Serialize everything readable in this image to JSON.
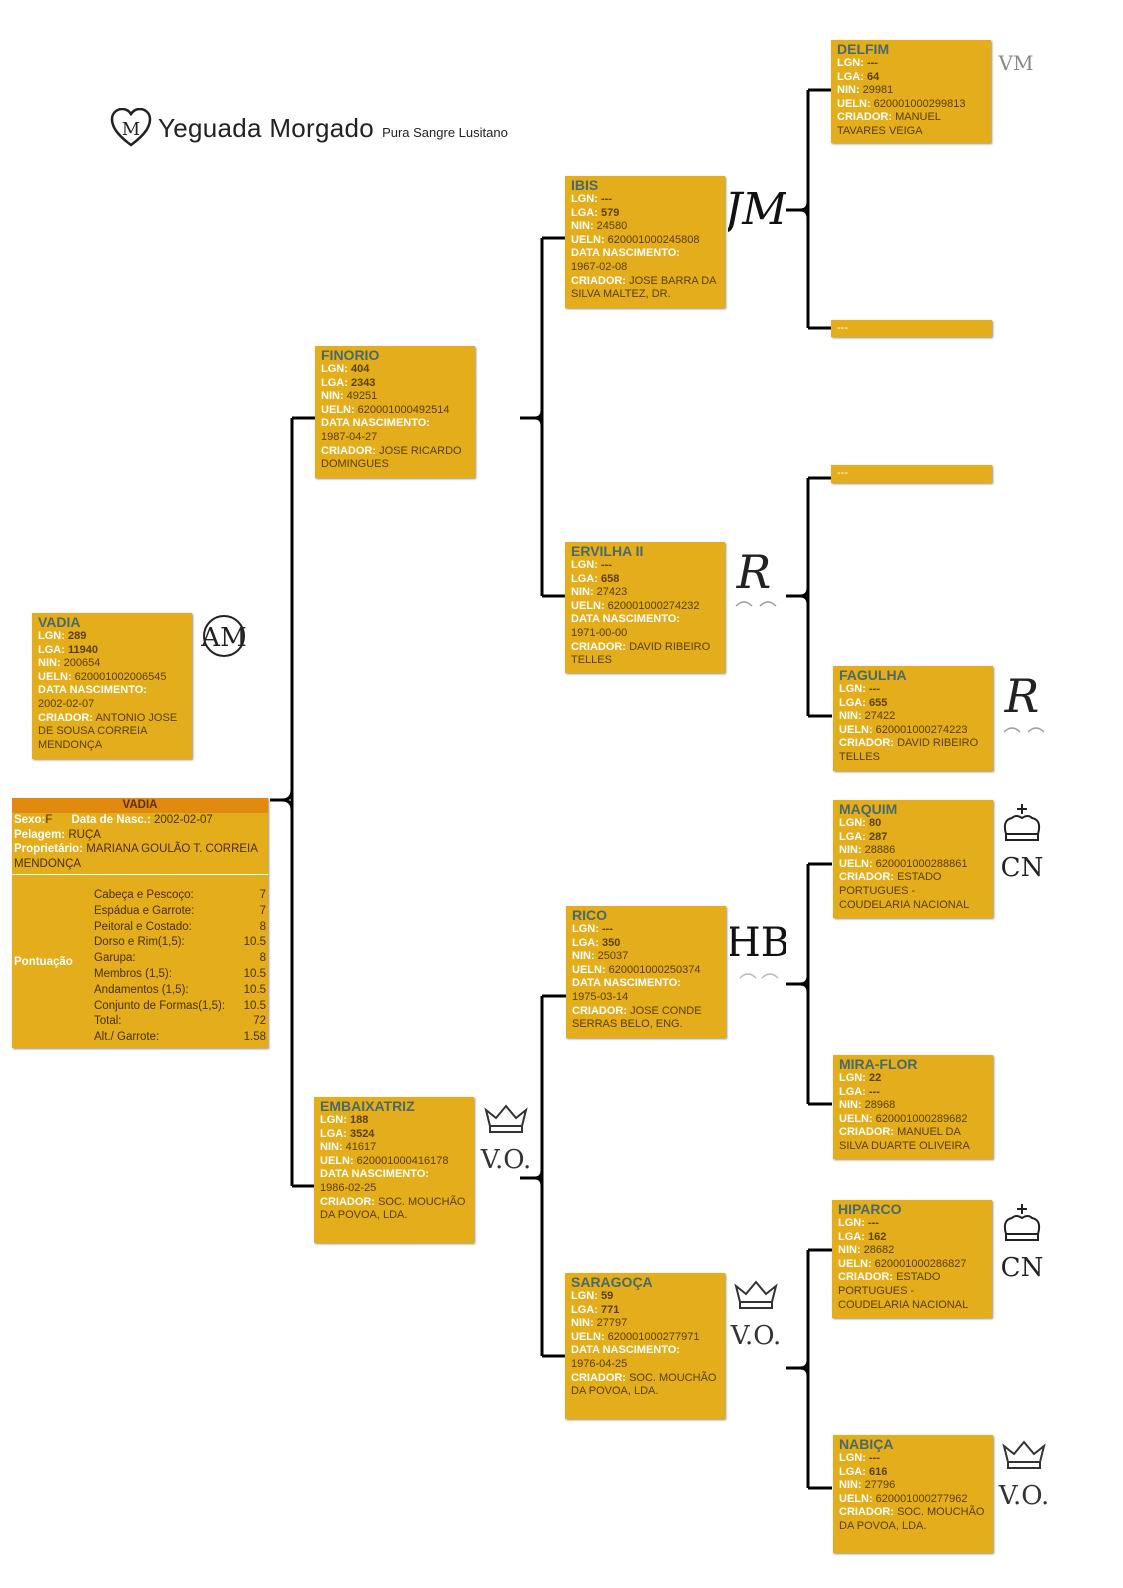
{
  "brand": {
    "name": "Yeguada Morgado",
    "tagline": "Pura Sangre Lusitano"
  },
  "labels": {
    "lgn": "LGN:",
    "lga": "LGA:",
    "nin": "NIN:",
    "ueln": "UELN:",
    "data": "DATA NASCIMENTO:",
    "criador": "CRIADOR:"
  },
  "horses": {
    "vadia": {
      "name": "VADIA",
      "lgn": "289",
      "lga": "11940",
      "nin": "200654",
      "ueln": "620001002006545",
      "data": "2002-02-07",
      "criador": "ANTONIO JOSE DE SOUSA CORREIA MENDONÇA",
      "mark_text": "AM"
    },
    "finorio": {
      "name": "FINORIO",
      "lgn": "404",
      "lga": "2343",
      "nin": "49251",
      "ueln": "620001000492514",
      "data": "1987-04-27",
      "criador": "JOSE RICARDO DOMINGUES"
    },
    "embaixatriz": {
      "name": "EMBAIXATRIZ",
      "lgn": "188",
      "lga": "3524",
      "nin": "41617",
      "ueln": "620001000416178",
      "data": "1986-02-25",
      "criador": "SOC. MOUCHÃO DA POVOA, LDA.",
      "mark_text": "V.O."
    },
    "ibis": {
      "name": "IBIS",
      "lgn": "---",
      "lga": "579",
      "nin": "24580",
      "ueln": "620001000245808",
      "data": "1967-02-08",
      "criador": "JOSE BARRA DA SILVA MALTEZ, DR.",
      "mark_text": "JM"
    },
    "ervilha": {
      "name": "ERVILHA II",
      "lgn": "---",
      "lga": "658",
      "nin": "27423",
      "ueln": "620001000274232",
      "data": "1971-00-00",
      "criador": "DAVID RIBEIRO TELLES",
      "mark_text": "R"
    },
    "rico": {
      "name": "RICO",
      "lgn": "---",
      "lga": "350",
      "nin": "25037",
      "ueln": "620001000250374",
      "data": "1975-03-14",
      "criador": "JOSE CONDE SERRAS BELO, ENG.",
      "mark_text": "HB"
    },
    "saragoca": {
      "name": "SARAGOÇA",
      "lgn": "59",
      "lga": "771",
      "nin": "27797",
      "ueln": "620001000277971",
      "data": "1976-04-25",
      "criador": "SOC. MOUCHÃO DA POVOA, LDA.",
      "mark_text": "V.O."
    },
    "delfim": {
      "name": "DELFIM",
      "lgn": "---",
      "lga": "64",
      "nin": "29981",
      "ueln": "620001000299813",
      "criador": "MANUEL TAVARES VEIGA",
      "mark_text": "VM"
    },
    "empty1": {
      "name": "---"
    },
    "empty2": {
      "name": "---"
    },
    "fagulha": {
      "name": "FAGULHA",
      "lgn": "---",
      "lga": "655",
      "nin": "27422",
      "ueln": "620001000274223",
      "criador": "DAVID RIBEIRO TELLES",
      "mark_text": "R"
    },
    "maquim": {
      "name": "MAQUIM",
      "lgn": "80",
      "lga": "287",
      "nin": "28886",
      "ueln": "620001000288861",
      "criador": "ESTADO PORTUGUES - COUDELARIA NACIONAL",
      "mark_text": "CN"
    },
    "miraflor": {
      "name": "MIRA-FLOR",
      "lgn": "22",
      "lga": "---",
      "nin": "28968",
      "ueln": "620001000289682",
      "criador": "MANUEL DA SILVA DUARTE OLIVEIRA"
    },
    "hiparco": {
      "name": "HIPARCO",
      "lgn": "---",
      "lga": "162",
      "nin": "28682",
      "ueln": "620001000286827",
      "criador": "ESTADO PORTUGUES - COUDELARIA NACIONAL",
      "mark_text": "CN"
    },
    "nabica": {
      "name": "NABIÇA",
      "lgn": "---",
      "lga": "616",
      "nin": "27796",
      "ueln": "620001000277962",
      "criador": "SOC. MOUCHÃO DA POVOA, LDA.",
      "mark_text": "V.O."
    }
  },
  "card": {
    "title": "VADIA",
    "sexo_label": "Sexo:",
    "sexo": "F",
    "nasc_label": "Data de Nasc.:",
    "nasc": "2002-02-07",
    "pelagem_label": "Pelagem:",
    "pelagem": "RUÇA",
    "prop_label": "Proprietário:",
    "prop": "MARIANA GOULÃO T. CORREIA MENDONÇA",
    "pont_label": "Pontuação",
    "scores": [
      {
        "label": "Cabeça e Pescoço:",
        "value": "7"
      },
      {
        "label": "Espádua e Garrote:",
        "value": "7"
      },
      {
        "label": "Peitoral e Costado:",
        "value": "8"
      },
      {
        "label": "Dorso e Rim(1,5):",
        "value": "10.5"
      },
      {
        "label": "Garupa:",
        "value": "8"
      },
      {
        "label": "Membros (1,5):",
        "value": "10.5"
      },
      {
        "label": "Andamentos (1,5):",
        "value": "10.5"
      },
      {
        "label": "Conjunto de Formas(1,5):",
        "value": "10.5"
      },
      {
        "label": "Total:",
        "value": "72"
      },
      {
        "label": "Alt./ Garrote:",
        "value": "1.58"
      }
    ]
  }
}
